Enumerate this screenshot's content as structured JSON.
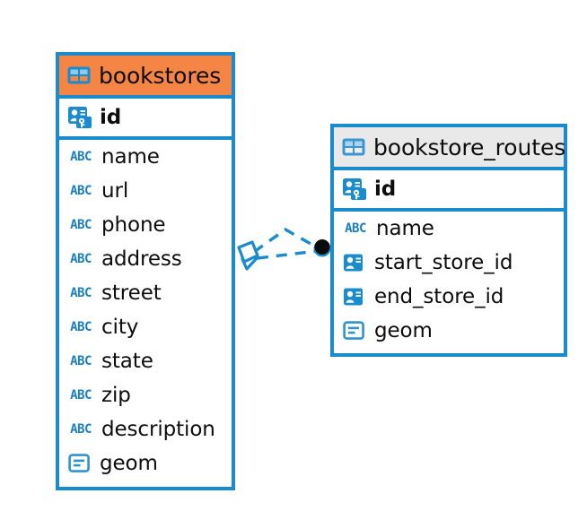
{
  "diagram": {
    "type": "entity-relationship-diagram",
    "background_color": "#ffffff",
    "accent_color": "#1a8ccd",
    "highlight_color": "#f58544",
    "neutral_header_color": "#e9e9e9"
  },
  "tables": [
    {
      "name": "bookstores",
      "header_style": "orange",
      "columns": [
        {
          "label": "id",
          "icon": "primary-key-icon",
          "type": "key"
        },
        {
          "label": "name",
          "icon": "abc-text-icon",
          "type": "text"
        },
        {
          "label": "url",
          "icon": "abc-text-icon",
          "type": "text"
        },
        {
          "label": "phone",
          "icon": "abc-text-icon",
          "type": "text"
        },
        {
          "label": "address",
          "icon": "abc-text-icon",
          "type": "text"
        },
        {
          "label": "street",
          "icon": "abc-text-icon",
          "type": "text"
        },
        {
          "label": "city",
          "icon": "abc-text-icon",
          "type": "text"
        },
        {
          "label": "state",
          "icon": "abc-text-icon",
          "type": "text"
        },
        {
          "label": "zip",
          "icon": "abc-text-icon",
          "type": "text"
        },
        {
          "label": "description",
          "icon": "abc-text-icon",
          "type": "text"
        },
        {
          "label": "geom",
          "icon": "geometry-icon",
          "type": "geometry"
        }
      ]
    },
    {
      "name": "bookstore_routes",
      "header_style": "grey",
      "columns": [
        {
          "label": "id",
          "icon": "primary-key-icon",
          "type": "key"
        },
        {
          "label": "name",
          "icon": "abc-text-icon",
          "type": "text"
        },
        {
          "label": "start_store_id",
          "icon": "foreign-key-icon",
          "type": "reference"
        },
        {
          "label": "end_store_id",
          "icon": "foreign-key-icon",
          "type": "reference"
        },
        {
          "label": "geom",
          "icon": "geometry-icon",
          "type": "geometry"
        }
      ]
    }
  ],
  "relationship": {
    "from_table": "bookstores",
    "to_table": "bookstore_routes",
    "line_style": "dashed",
    "line_color": "#1a8ccd",
    "source_marker": "diamond-marker",
    "target_marker": "filled-circle-marker"
  },
  "icon_text": {
    "abc": "ABC"
  }
}
